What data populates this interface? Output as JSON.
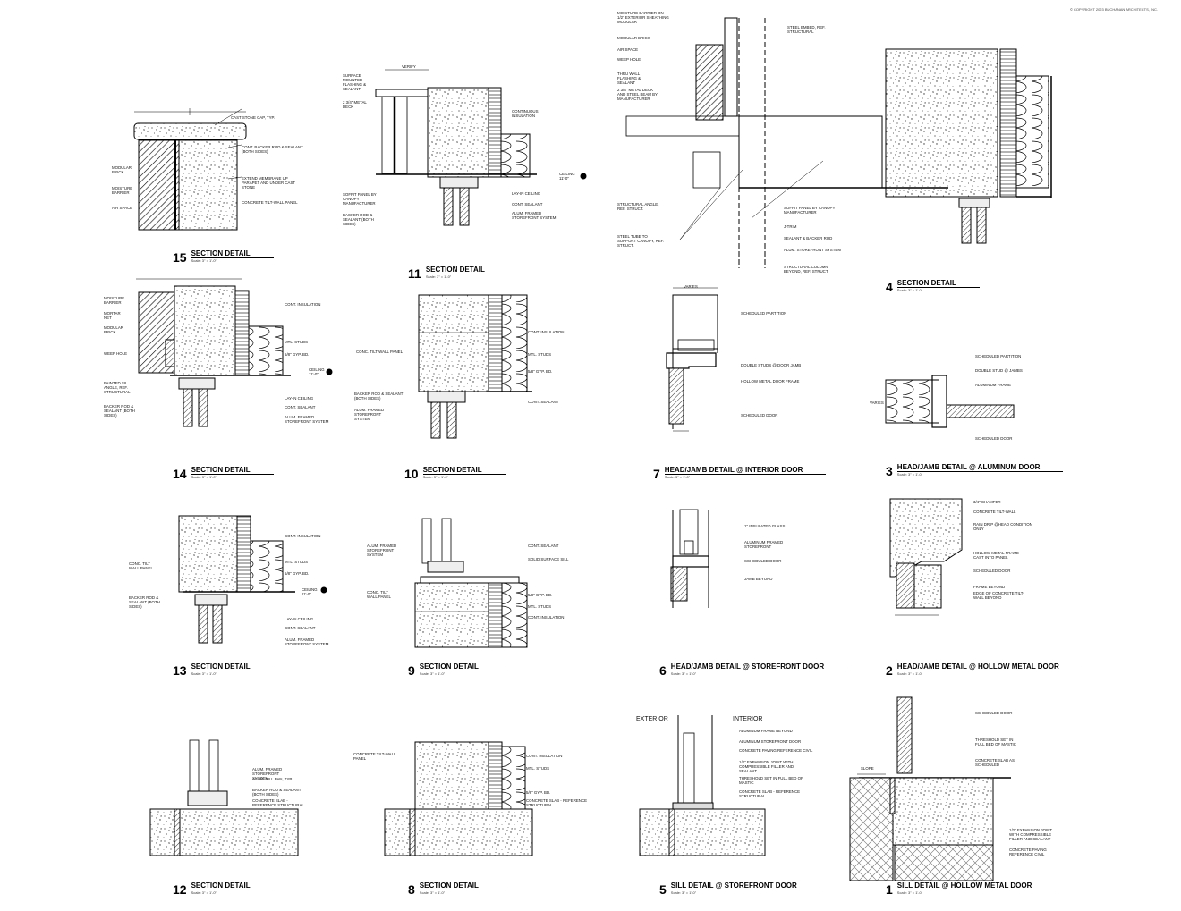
{
  "copyright": "© COPYRIGHT 2023 BUCHANAN ARCHITECTS, INC.",
  "details": [
    {
      "num": "15",
      "name": "SECTION DETAIL",
      "scale": "Scale: 3\" = 1'-0\"",
      "notes": [
        "CAST STONE CAP, TYP.",
        "CONT. BACKER ROD & SEALANT (BOTH SIDES)",
        "MODULAR BRICK",
        "MOISTURE BARRIER",
        "AIR SPACE",
        "EXTEND MEMBRANE UP PARAPET AND UNDER CAST STONE",
        "CONCRETE TILT-WALL PANEL"
      ]
    },
    {
      "num": "11",
      "name": "SECTION DETAIL",
      "scale": "Scale: 3\" = 1'-0\"",
      "notes": [
        "SURFACE MOUNTED FLASHING & SEALANT",
        "2 3/4\" METAL DECK",
        "CONTINUOUS INSULATION",
        "CEILING 11'-0\"",
        "SOFFIT PANEL BY CANOPY MANUFACTURER",
        "BACKER ROD & SEALANT (BOTH SIDES)",
        "LAY-IN CEILING",
        "CONT. SEALANT",
        "ALUM. FRAMED STOREFRONT SYSTEM",
        "VERIFY"
      ]
    },
    {
      "num": "4",
      "name": "SECTION DETAIL",
      "scale": "Scale: 3\" = 1'-0\"",
      "notes": [
        "MOISTURE BARRIER ON 1/2\" EXTERIOR SHEATHING MODULAR",
        "MODULAR BRICK",
        "AIR SPACE",
        "WEEP HOLE",
        "THRU WALL FLASHING & SEALANT",
        "2 3/4\" METAL DECK AND STEEL BEAM BY MANUFACTURER",
        "STEEL EMBED, REF. STRUCTURAL",
        "STRUCTURAL ANGLE, REF. STRUCT.",
        "STEEL TUBE TO SUPPORT CANOPY, REF. STRUCT.",
        "SOFFIT PANEL BY CANOPY MANUFACTURER",
        "J-TRIM",
        "SEALANT & BACKER ROD",
        "ALUM. STOREFRONT SYSTEM",
        "STRUCTURAL COLUMN BEYOND, REF. STRUCT."
      ]
    },
    {
      "num": "14",
      "name": "SECTION DETAIL",
      "scale": "Scale: 3\" = 1'-0\"",
      "notes": [
        "MOISTURE BARRIER",
        "MORTAR NET",
        "MODULAR BRICK",
        "WEEP HOLE",
        "PAINTED SIL. ANGLE, REF. STRUCTURAL",
        "BACKER ROD & SEALANT (BOTH SIDES)",
        "CONT. INSULATION",
        "MTL. STUDS",
        "5/8\" GYP. BD.",
        "CEILING 11'-0\"",
        "LAY-IN CEILING",
        "CONT. SEALANT",
        "ALUM. FRAMED STOREFRONT SYSTEM"
      ]
    },
    {
      "num": "10",
      "name": "SECTION DETAIL",
      "scale": "Scale: 3\" = 1'-0\"",
      "notes": [
        "CONC. TILT WALL PANEL",
        "CONT. INSULATION",
        "MTL. STUDS",
        "5/8\" GYP. BD.",
        "BACKER ROD & SEALANT (BOTH SIDES)",
        "ALUM. FRAMED STOREFRONT SYSTEM",
        "CONT. SEALANT"
      ]
    },
    {
      "num": "7",
      "name": "HEAD/JAMB DETAIL @ INTERIOR DOOR",
      "scale": "Scale: 3\" = 1'-0\"",
      "notes": [
        "VARIES",
        "SCHEDULED PARTITION",
        "DOUBLE STUDS @ DOOR JAMB",
        "HOLLOW METAL DOOR FRAME",
        "SCHEDULED DOOR"
      ]
    },
    {
      "num": "3",
      "name": "HEAD/JAMB DETAIL @ ALUMINUM DOOR",
      "scale": "Scale: 3\" = 1'-0\"",
      "notes": [
        "SCHEDULED PARTITION",
        "DOUBLE STUD @ JAMBS",
        "ALUMINUM FRAME",
        "SCHEDULED DOOR",
        "VARIES"
      ]
    },
    {
      "num": "13",
      "name": "SECTION DETAIL",
      "scale": "Scale: 3\" = 1'-0\"",
      "notes": [
        "CONT. INSULATION",
        "CONC. TILT WALL PANEL",
        "MTL. STUDS",
        "5/8\" GYP. BD.",
        "CEILING 11'-0\"",
        "BACKER ROD & SEALANT (BOTH SIDES)",
        "LAY-IN CEILING",
        "CONT. SEALANT",
        "ALUM. FRAMED STOREFRONT SYSTEM"
      ]
    },
    {
      "num": "9",
      "name": "SECTION DETAIL",
      "scale": "Scale: 3\" = 1'-0\"",
      "notes": [
        "ALUM. FRAMED STOREFRONT SYSTEM",
        "CONT. SEALANT",
        "SOLID SURFACE SILL",
        "CONC. TILT WALL PANEL",
        "5/8\" GYP. BD.",
        "MTL. STUDS",
        "CONT. INSULATION"
      ]
    },
    {
      "num": "6",
      "name": "HEAD/JAMB  DETAIL @ STOREFRONT DOOR",
      "scale": "Scale: 3\" = 1'-0\"",
      "notes": [
        "1\" INSULATED GLASS",
        "ALUMINUM FRAMED STOREFRONT",
        "SCHEDULED DOOR",
        "JAMB BEYOND"
      ]
    },
    {
      "num": "2",
      "name": "HEAD/JAMB DETAIL @ HOLLOW METAL DOOR",
      "scale": "Scale: 3\" = 1'-0\"",
      "notes": [
        "3/4\" CHAMFER",
        "CONCRETE TILT-WALL",
        "RAIN DRIP @HEAD CONDITION ONLY",
        "HOLLOW METAL FRAME CAST INTO PANEL",
        "SCHEDULED DOOR",
        "FRAME BEYOND",
        "EDGE OF CONCRETE TILT-WALL BEYOND"
      ]
    },
    {
      "num": "12",
      "name": "SECTION DETAIL",
      "scale": "Scale: 3\" = 1'-0\"",
      "notes": [
        "ALUM. FRAMED STOREFRONT SYSTEM",
        "ALUM. SILL PAN, TYP.",
        "BACKER ROD & SEALANT (BOTH SIDES)",
        "CONCRETE SLAB - REFERENCE STRUCTURAL"
      ]
    },
    {
      "num": "8",
      "name": "SECTION DETAIL",
      "scale": "Scale: 3\" = 1'-0\"",
      "notes": [
        "CONCRETE TILT-WALL PANEL",
        "CONT. INSULATION",
        "MTL. STUDS",
        "5/8\" GYP. BD.",
        "CONCRETE SLAB - REFERENCE STRUCTURAL"
      ]
    },
    {
      "num": "5",
      "name": "SILL DETAIL @ STOREFRONT DOOR",
      "scale": "Scale: 3\" = 1'-0\"",
      "notes": [
        "ALUMINUM FRAME BEYOND",
        "ALUMINUM STOREFRONT DOOR",
        "CONCRETE PAVING REFERENCE CIVIL",
        "1/2\" EXPANSION JOINT WITH COMPRESSIBLE FILLER AND SEALANT",
        "THRESHOLD SET IN FULL BED OF MASTIC",
        "CONCRETE SLAB - REFERENCE STRUCTURAL"
      ],
      "labels": [
        "EXTERIOR",
        "INTERIOR"
      ]
    },
    {
      "num": "1",
      "name": "SILL DETAIL @ HOLLOW METAL DOOR",
      "scale": "Scale: 3\" = 1'-0\"",
      "notes": [
        "SCHEDULED DOOR",
        "THRESHOLD SET IN FULL BED OF MASTIC",
        "CONCRETE SLAB AS SCHEDULED",
        "SLOPE",
        "1/2\" EXPANSION JOINT WITH COMPRESSIBLE FILLER AND SEALANT",
        "CONCRETE PAVING REFERENCE CIVIL"
      ]
    }
  ]
}
